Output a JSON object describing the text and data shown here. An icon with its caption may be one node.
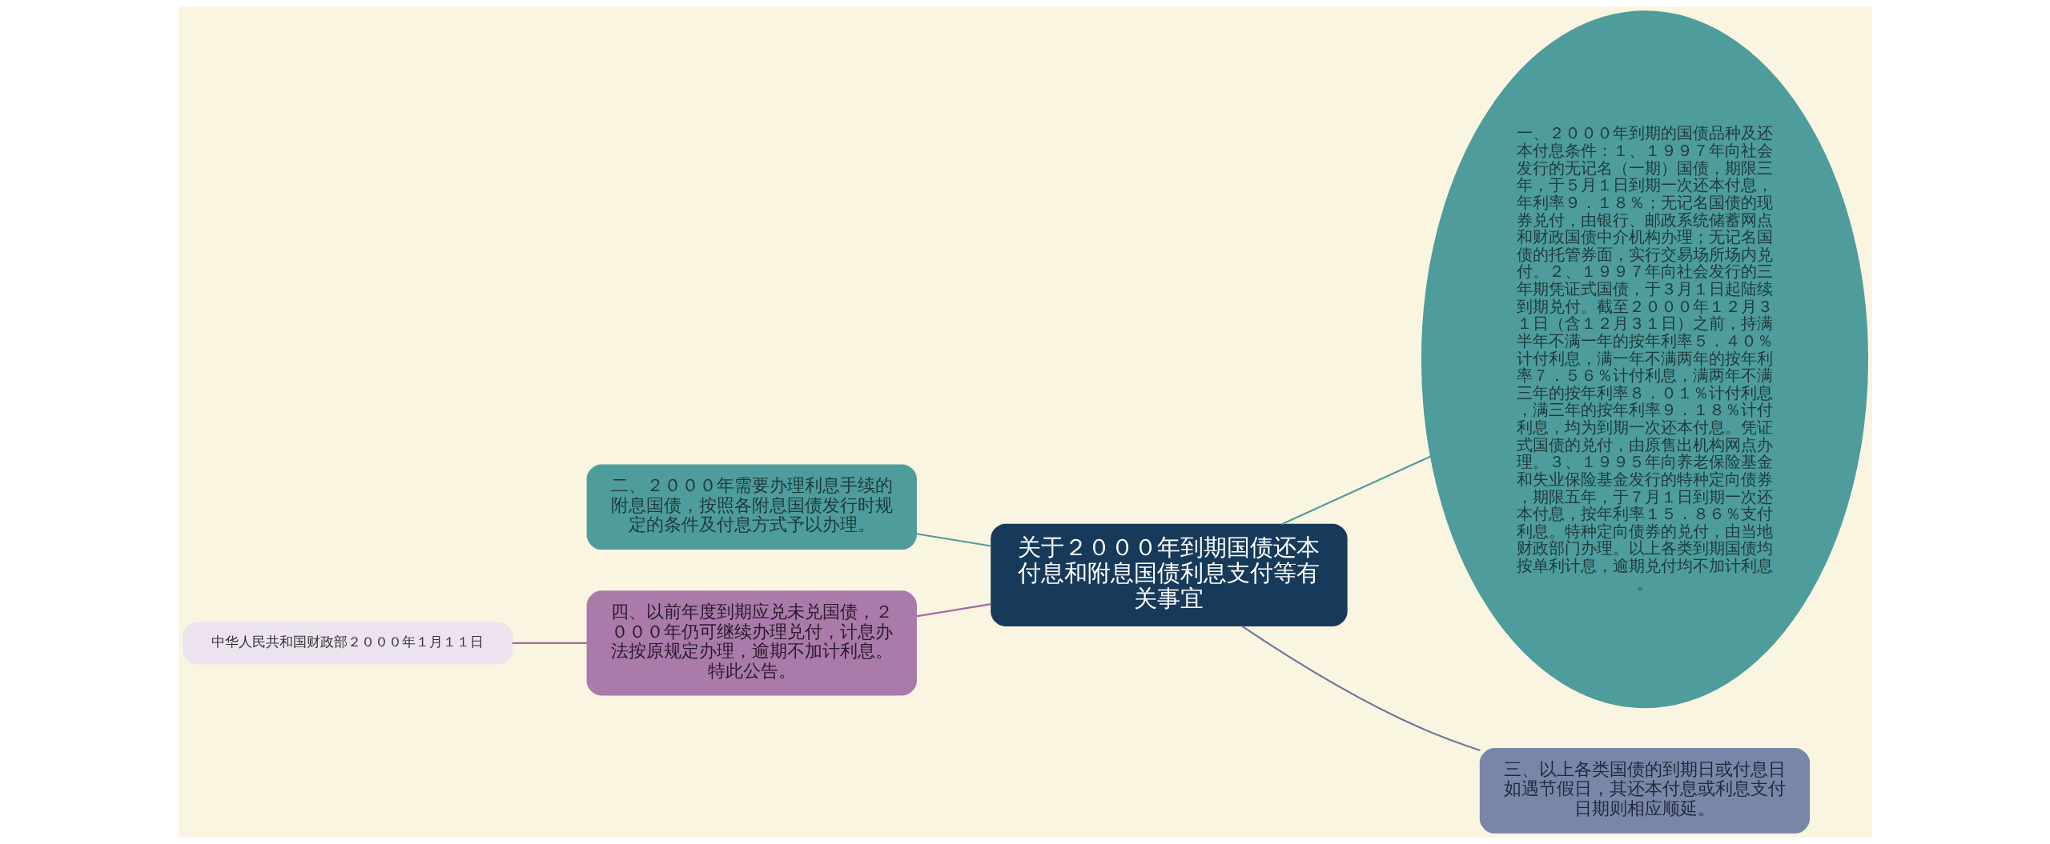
{
  "diagram": {
    "nodes": [
      {
        "text": [
          "关于２０００年到期国债还本付息和附息国债利息支付等有关事宜"
        ]
      },
      {
        "text": [
          "一、２０００年到期的国债品种及还本付息条件：１、１９９７年向社会发行的无记名（一期）国债，期限三年，于５月１日到期一次还本付息，年利率９．１８％；无记名国债的现券兑付，由银行、邮政系统储蓄网点和财政国债中介机构办理；无记名国债的托管券面，实行交易场所场内兑付。２、１９９７年向社会发行的三年期凭证式国债，于３月１日起陆续到期兑付。截至２０００年１２月３１日（含１２月３１日）之前，持满半年不满一年的按年利率５．４０％计付利息，满一年不满两年的按年利率７．５６％计付利息，满两年不满三年的按年利率８．０１％计付利息，满三年的按年利率９．１８％计付利息，均为到期一次还本付息。凭证式国债的兑付，由原售出机构网点办理。３、１９９５年向养老保险基金和失业保险基金发行的特种定向债券，期限五年，于７月１日到期一次还本付息，按年利率１５．８６％支付利息。特种定向债券的兑付，由当地财政部门办理。以上各类到期国债均按单利计息，逾期兑付均不加计利息。"
        ]
      },
      {
        "text": [
          "二、２０００年需要办理利息手续的附息国债，按照各附息国债发行时规定的条件及付息方式予以办理。"
        ]
      },
      {
        "text": [
          "三、以上各类国债的到期日或付息日如遇节假日，其还本付息或利息支付日期则相应顺延。"
        ]
      },
      {
        "text": [
          "四、以前年度到期应兑未兑国债，２０００年仍可继续办理兑付，计息办法按原规定办理，逾期不加计利息。特此公告。"
        ]
      },
      {
        "text": [
          "中华人民共和国财政部２０００年１月１１日"
        ]
      }
    ],
    "edges": [
      {
        "from": 0,
        "to": 1,
        "arrow": "none",
        "color": "#4e9c9c"
      },
      {
        "from": 0,
        "to": 2,
        "arrow": "none",
        "color": "#4e9c9c"
      },
      {
        "from": 0,
        "to": 3,
        "arrow": "none",
        "color": "#6a769c"
      },
      {
        "from": 0,
        "to": 4,
        "arrow": "none",
        "color": "#a06aa2"
      },
      {
        "from": 4,
        "to": 5,
        "arrow": "none",
        "color": "#a06aa2"
      }
    ]
  }
}
